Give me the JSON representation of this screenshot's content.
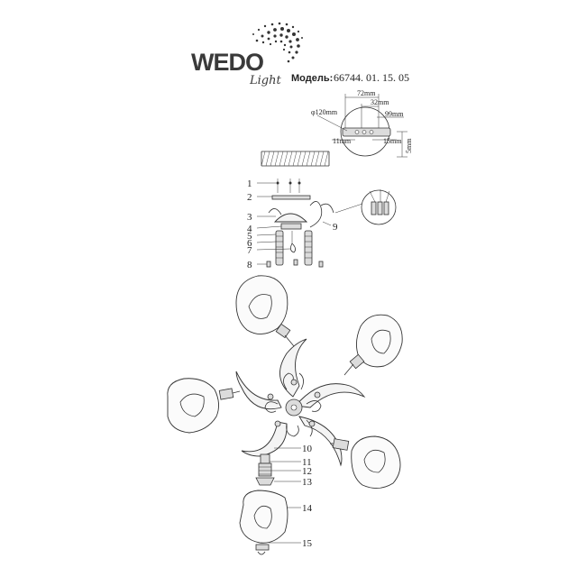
{
  "brand": {
    "name": "WEDO",
    "sub": "Light"
  },
  "model": {
    "label": "Модель:",
    "number": "66744. 01. 15. 05"
  },
  "detail_dims": {
    "d120": "φ120mm",
    "d72": "72mm",
    "d32": "32mm",
    "d99": "99mm",
    "d11": "11mm",
    "d15": "15mm",
    "d5": "5mm"
  },
  "callouts_side": [
    "1",
    "2",
    "3",
    "4",
    "5",
    "6",
    "7",
    "8",
    "9"
  ],
  "callouts_main": [
    "10",
    "11",
    "12",
    "13",
    "14",
    "15"
  ]
}
